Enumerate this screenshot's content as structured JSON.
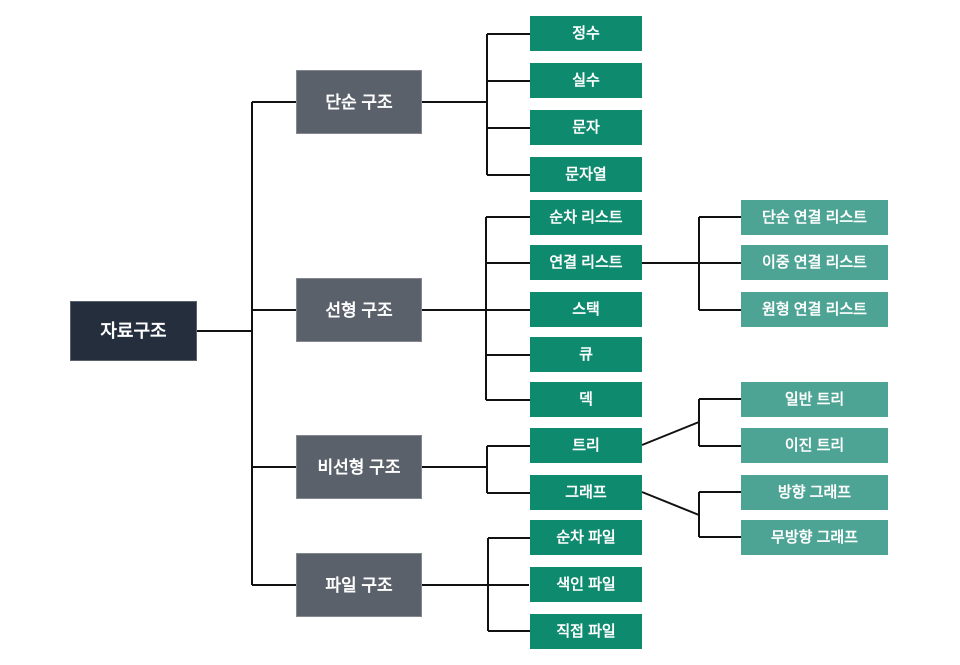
{
  "diagram": {
    "root": {
      "label": "자료구조"
    },
    "branches": [
      {
        "label": "단순 구조",
        "children": [
          {
            "label": "정수"
          },
          {
            "label": "실수"
          },
          {
            "label": "문자"
          },
          {
            "label": "문자열"
          }
        ]
      },
      {
        "label": "선형 구조",
        "children": [
          {
            "label": "순차 리스트"
          },
          {
            "label": "연결 리스트",
            "children": [
              {
                "label": "단순 연결 리스트"
              },
              {
                "label": "이중 연결 리스트"
              },
              {
                "label": "원형 연결 리스트"
              }
            ]
          },
          {
            "label": "스택"
          },
          {
            "label": "큐"
          },
          {
            "label": "덱"
          }
        ]
      },
      {
        "label": "비선형 구조",
        "children": [
          {
            "label": "트리",
            "children": [
              {
                "label": "일반 트리"
              },
              {
                "label": "이진 트리"
              }
            ]
          },
          {
            "label": "그래프",
            "children": [
              {
                "label": "방향 그래프"
              },
              {
                "label": "무방향 그래프"
              }
            ]
          }
        ]
      },
      {
        "label": "파일 구조",
        "children": [
          {
            "label": "순차 파일"
          },
          {
            "label": "색인 파일"
          },
          {
            "label": "직접 파일"
          }
        ]
      }
    ],
    "colors": {
      "root_box": "#252E3C",
      "branch_box": "#5A616A",
      "leaf_box": "#0E8A6E",
      "subleaf_box": "#4DA494",
      "connector": "#111111",
      "text": "#FFFFFF",
      "background": "#FFFFFF"
    }
  }
}
